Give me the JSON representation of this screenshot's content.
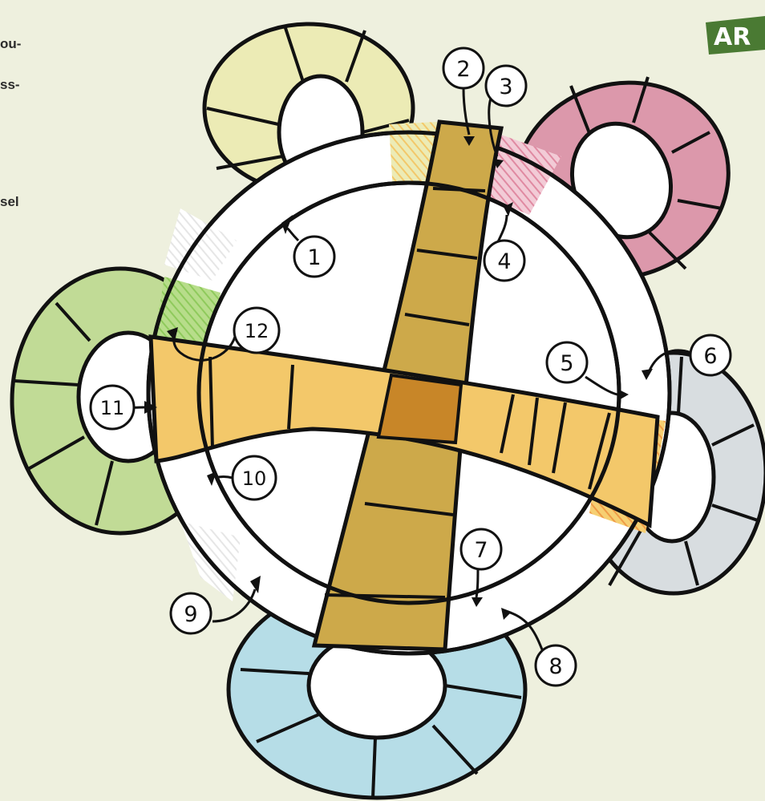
{
  "edge_text": [
    "ou-",
    "ss-",
    "sel"
  ],
  "badge": {
    "text": "AR",
    "color": "#4a7a33"
  },
  "colors": {
    "yellow_loop": "#ecebb5",
    "pink_loop": "#dc98ab",
    "green_loop": "#c1db96",
    "grey_loop": "#d8dde0",
    "blue_loop": "#b6dde7",
    "outer_ring": "#ffffff",
    "cross_vertical": "#cda94a",
    "cross_horizontal": "#f3c86a",
    "center": "#c88628",
    "orange_hatch": "#f2b550",
    "background": "#eef0de"
  },
  "markers": [
    {
      "id": "marker-1",
      "label": "1"
    },
    {
      "id": "marker-2",
      "label": "2"
    },
    {
      "id": "marker-3",
      "label": "3"
    },
    {
      "id": "marker-4",
      "label": "4"
    },
    {
      "id": "marker-5",
      "label": "5"
    },
    {
      "id": "marker-6",
      "label": "6"
    },
    {
      "id": "marker-7",
      "label": "7"
    },
    {
      "id": "marker-8",
      "label": "8"
    },
    {
      "id": "marker-9",
      "label": "9"
    },
    {
      "id": "marker-10",
      "label": "10"
    },
    {
      "id": "marker-11",
      "label": "11"
    },
    {
      "id": "marker-12",
      "label": "12"
    }
  ]
}
